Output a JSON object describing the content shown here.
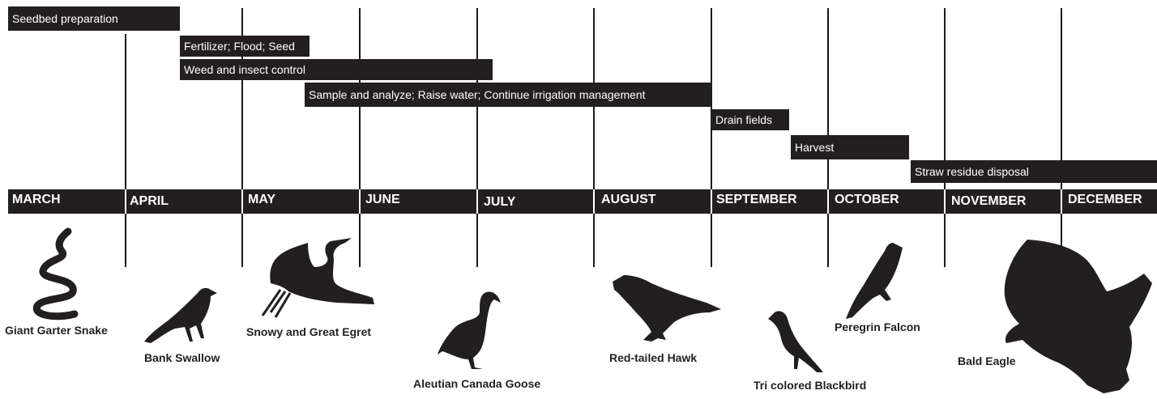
{
  "activities": {
    "seedbed": "Seedbed preparation",
    "fertilizer": "Fertilizer; Flood; Seed",
    "weed": "Weed and insect control",
    "sample": "Sample and analyze; Raise water; Continue irrigation management",
    "drain": "Drain fields",
    "harvest": "Harvest",
    "straw": "Straw residue disposal"
  },
  "months": [
    "MARCH",
    "APRIL",
    "MAY",
    "JUNE",
    "JULY",
    "AUGUST",
    "SEPTEMBER",
    "OCTOBER",
    "NOVEMBER",
    "DECEMBER"
  ],
  "animals": {
    "snake": "Giant Garter Snake",
    "swallow": "Bank Swallow",
    "egret": "Snowy and Great Egret",
    "goose": "Aleutian Canada Goose",
    "hawk": "Red-tailed Hawk",
    "blackbird": "Tri colored Blackbird",
    "falcon": "Peregrin Falcon",
    "eagle": "Bald Eagle"
  },
  "icons": [
    "snake-icon",
    "swallow-icon",
    "egret-icon",
    "goose-icon",
    "hawk-icon",
    "blackbird-icon",
    "falcon-icon",
    "eagle-icon"
  ],
  "colors": {
    "bar": "#231f20",
    "text_on_bar": "#ffffff",
    "background": "#ffffff"
  }
}
